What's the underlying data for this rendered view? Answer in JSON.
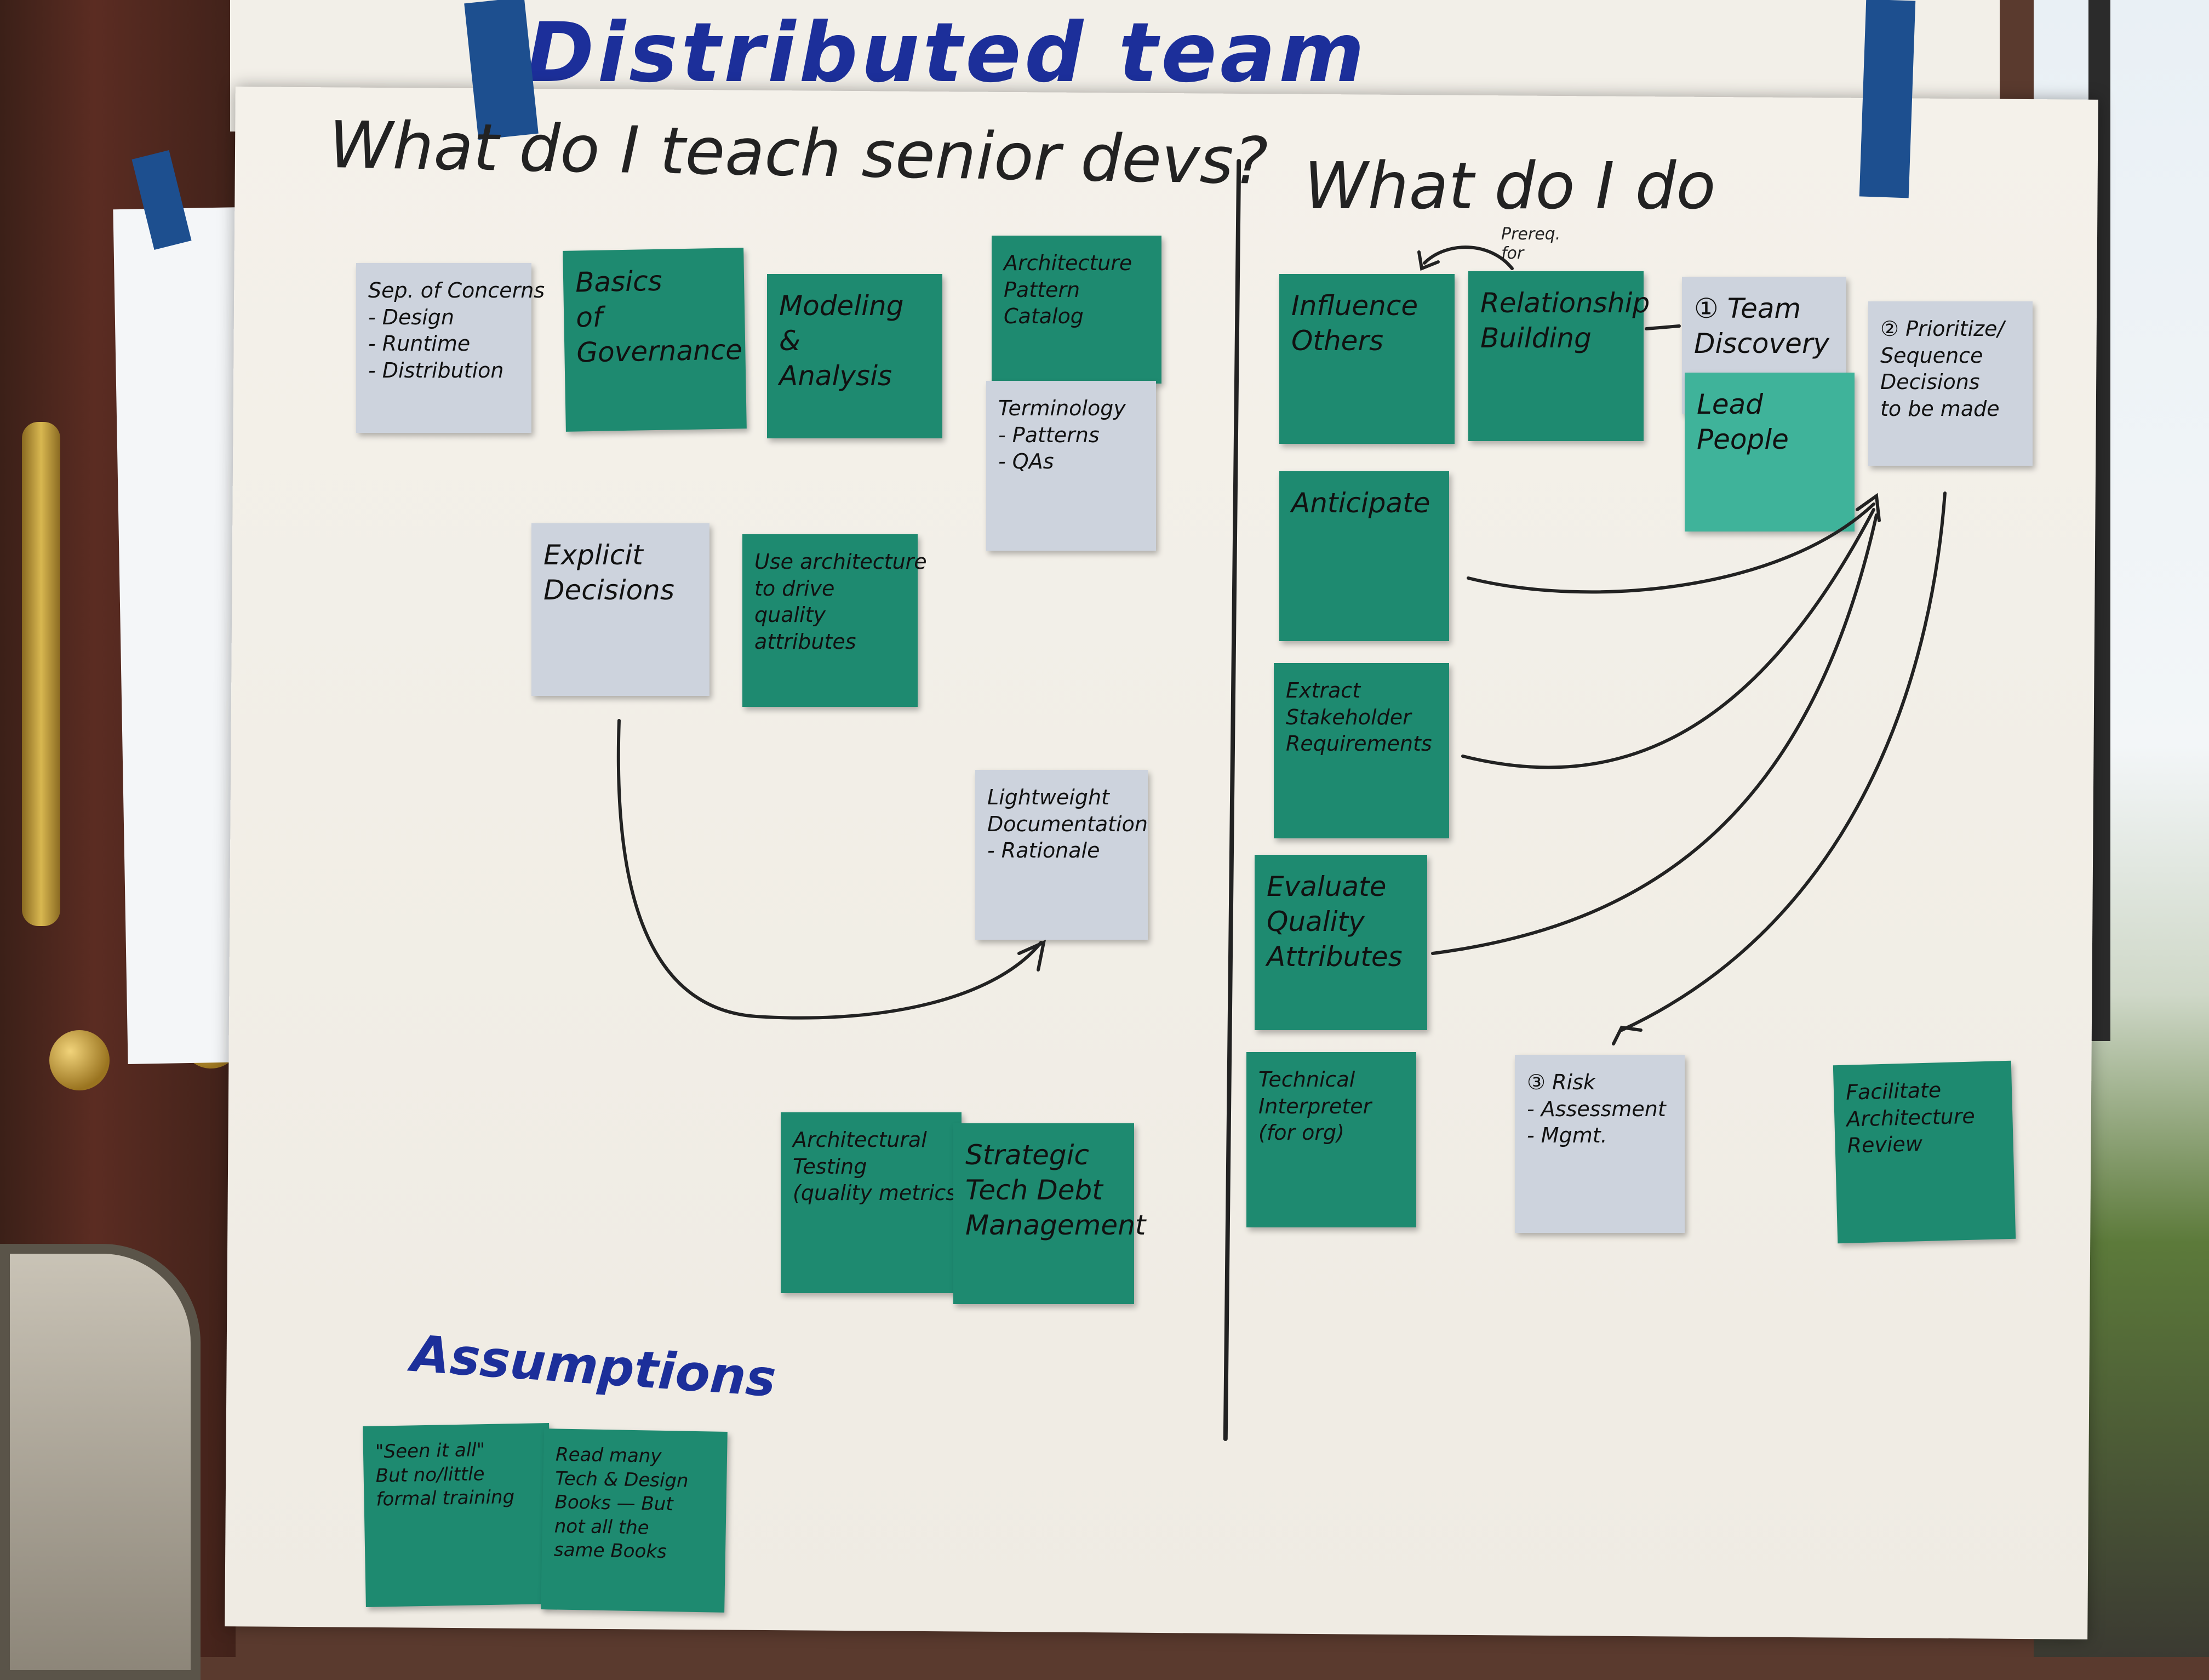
{
  "board": {
    "title": "Distributed team",
    "left_heading": "What do I teach senior devs?",
    "right_heading": "What do I do",
    "assumptions_heading": "Assumptions",
    "prereq_label": "Prereq. for"
  },
  "left_notes": [
    {
      "id": "sep",
      "lines": [
        "Sep. of Concerns",
        "- Design",
        "- Runtime",
        "- Distribution"
      ],
      "color": "grey"
    },
    {
      "id": "gov",
      "lines": [
        "Basics",
        "of",
        "Governance"
      ],
      "color": "teal"
    },
    {
      "id": "model",
      "lines": [
        "Modeling",
        "&",
        "Analysis"
      ],
      "color": "teal"
    },
    {
      "id": "arch-pattern",
      "lines": [
        "Architecture",
        "Pattern",
        "Catalog"
      ],
      "color": "teal"
    },
    {
      "id": "terminology",
      "lines": [
        "Terminology",
        "- Patterns",
        "- QAs"
      ],
      "color": "grey"
    },
    {
      "id": "explicit",
      "lines": [
        "Explicit",
        "Decisions"
      ],
      "color": "grey"
    },
    {
      "id": "use-arch",
      "lines": [
        "Use architecture",
        "to drive",
        "quality",
        "attributes"
      ],
      "color": "teal"
    },
    {
      "id": "lightweight",
      "lines": [
        "Lightweight",
        "Documentation",
        "- Rationale"
      ],
      "color": "grey"
    },
    {
      "id": "arch-testing",
      "lines": [
        "Architectural",
        "Testing",
        "(quality metrics)"
      ],
      "color": "teal"
    },
    {
      "id": "tech-debt",
      "lines": [
        "Strategic",
        "Tech Debt",
        "Management"
      ],
      "color": "teal"
    }
  ],
  "right_notes": [
    {
      "id": "influence",
      "lines": [
        "Influence",
        "Others"
      ],
      "color": "teal"
    },
    {
      "id": "relationship",
      "lines": [
        "Relationship",
        "Building"
      ],
      "color": "teal"
    },
    {
      "id": "team-discovery",
      "lines": [
        "① Team",
        "Discovery"
      ],
      "color": "grey"
    },
    {
      "id": "lead-people",
      "lines": [
        "Lead",
        "People"
      ],
      "color": "lightteal"
    },
    {
      "id": "prioritize",
      "lines": [
        "② Prioritize/",
        "Sequence",
        "Decisions",
        "to be made"
      ],
      "color": "grey"
    },
    {
      "id": "anticipate",
      "lines": [
        "Anticipate"
      ],
      "color": "teal"
    },
    {
      "id": "extract",
      "lines": [
        "Extract",
        "Stakeholder",
        "Requirements"
      ],
      "color": "teal"
    },
    {
      "id": "evaluate",
      "lines": [
        "Evaluate",
        "Quality",
        "Attributes"
      ],
      "color": "teal"
    },
    {
      "id": "tech-interp",
      "lines": [
        "Technical",
        "Interpreter",
        "(for org)"
      ],
      "color": "teal"
    },
    {
      "id": "risk",
      "lines": [
        "③ Risk",
        "- Assessment",
        "- Mgmt."
      ],
      "color": "grey"
    },
    {
      "id": "facilitate",
      "lines": [
        "Facilitate",
        "Architecture",
        "Review"
      ],
      "color": "teal"
    }
  ],
  "assumption_notes": [
    {
      "id": "seen-it-all",
      "lines": [
        "\"Seen it all\"",
        "But no/little",
        "formal training"
      ],
      "color": "teal"
    },
    {
      "id": "read-many",
      "lines": [
        "Read many",
        "Tech & Design",
        "Books — But",
        "not all the",
        "same Books"
      ],
      "color": "teal"
    }
  ],
  "colors": {
    "teal": "#1e8a70",
    "lightteal": "#3fb39a",
    "grey": "#cdd3dd",
    "ink": "#1b1b1b",
    "blue_marker": "#1c2f9a"
  }
}
